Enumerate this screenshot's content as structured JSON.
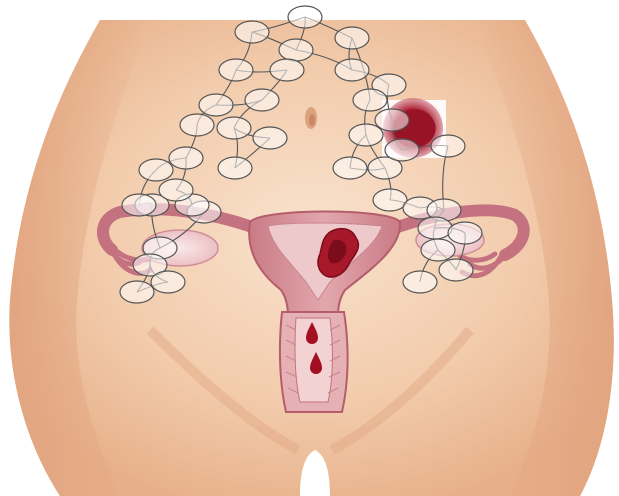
{
  "figure": {
    "subject": "abdomen-torso",
    "illustration": "uterus-fallopian-tubes-ovaries",
    "colors": {
      "background": "#ffffff",
      "skin_light": "#f7dcc4",
      "skin_mid": "#efc19f",
      "skin_shadow": "#e3a984",
      "organ_pink": "#d99aa0",
      "organ_pink_dark": "#b9616f",
      "organ_light": "#efc6c8",
      "lesion_red": "#a8182b",
      "lesion_dark": "#7c0c1a",
      "blood_drop": "#a30f22",
      "node_stroke": "#555555",
      "node_fill": "#ffffff"
    },
    "network_node_count": 40,
    "lesion_count": 2,
    "blood_drop_count": 2
  }
}
